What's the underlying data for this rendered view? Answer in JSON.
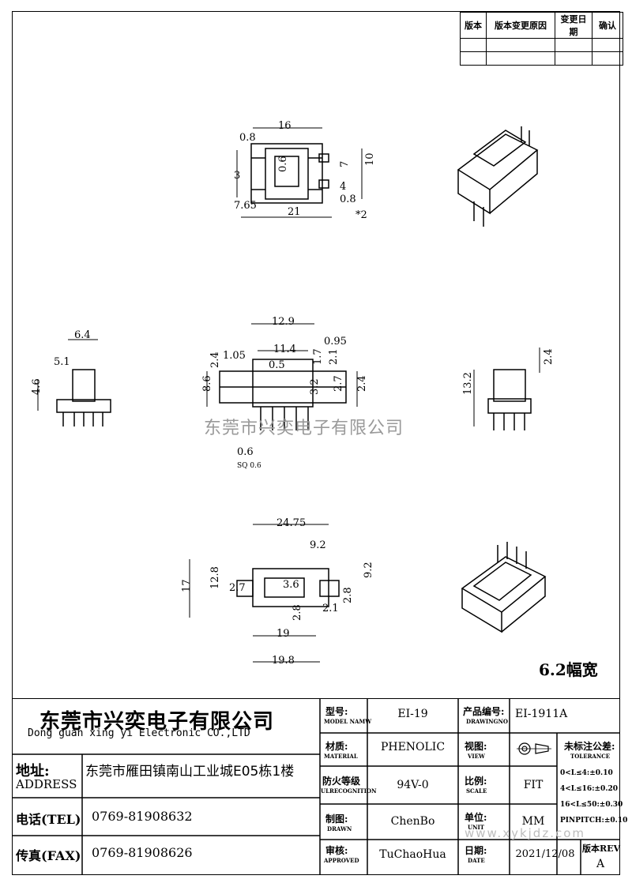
{
  "revision_table": {
    "headers": [
      "版本",
      "版本变更原因",
      "变更日期",
      "确认"
    ]
  },
  "dimensions": {
    "top_view": [
      "16",
      "0.8",
      "0.6",
      "7",
      "10",
      "3",
      "7.65",
      "21",
      "0.8",
      "*2",
      "4"
    ],
    "side_left": [
      "6.4",
      "5.1",
      "4.6"
    ],
    "front_view": [
      "12.9",
      "11.4",
      "1.05",
      "0.5",
      "0.95",
      "2.4",
      "8.6",
      "3.2",
      "2.7",
      "2.1",
      "2.4",
      "1.7",
      "0.6",
      "SQ 0.6"
    ],
    "side_right": [
      "2.4",
      "13.2"
    ],
    "bottom_view": [
      "24.75",
      "9.2",
      "9.2",
      "17",
      "12.8",
      "2.7",
      "3.6",
      "2.1",
      "2.8",
      "2.8",
      "19",
      "19.8"
    ]
  },
  "watermark": "东莞市兴奕电子有限公司",
  "watermark_url": "www.xykjdz.com",
  "width_note": "6.2幅宽",
  "title_block": {
    "company_cn": "东莞市兴奕电子有限公司",
    "company_en": "Dong guan xing yi Electronic CO.,LTD",
    "address_label_cn": "地址:",
    "address_label_en": "ADDRESS",
    "address": "东莞市雁田镇南山工业城E05栋1楼",
    "tel_label": "电话(TEL)",
    "tel": "0769-81908632",
    "fax_label": "传真(FAX)",
    "fax": "0769-81908626",
    "model_cn": "型号:",
    "model_en": "MODEL NAMW",
    "model": "EI-19",
    "material_cn": "材质:",
    "material_en": "MATERIAL",
    "material": "PHENOLIC",
    "flame_cn": "防火等级",
    "flame_en": "ULRECOGNITION",
    "flame": "94V-0",
    "drawn_cn": "制图:",
    "drawn_en": "DRAWN",
    "drawn": "ChenBo",
    "approved_cn": "审核:",
    "approved_en": "APPROVED",
    "approved": "TuChaoHua",
    "drawingno_cn": "产品编号:",
    "drawingno_en": "DRAWINGNO",
    "drawingno": "EI-1911A",
    "view_cn": "视图:",
    "view_en": "VIEW",
    "scale_cn": "比例:",
    "scale_en": "SCALE",
    "scale": "FIT",
    "unit_cn": "单位:",
    "unit_en": "UNIT",
    "unit": "MM",
    "date_cn": "日期:",
    "date_en": "DATE",
    "date": "2021/12/08",
    "tolerance_cn": "未标注公差:",
    "tolerance_en": "TOLERANCE",
    "tol_1": "0<L≤4:±0.10",
    "tol_2": "4<L≤16:±0.20",
    "tol_3": "16<L≤50:±0.30",
    "tol_4": "PINPITCH:±0.10",
    "rev_label": "版本REV",
    "rev": "A"
  }
}
